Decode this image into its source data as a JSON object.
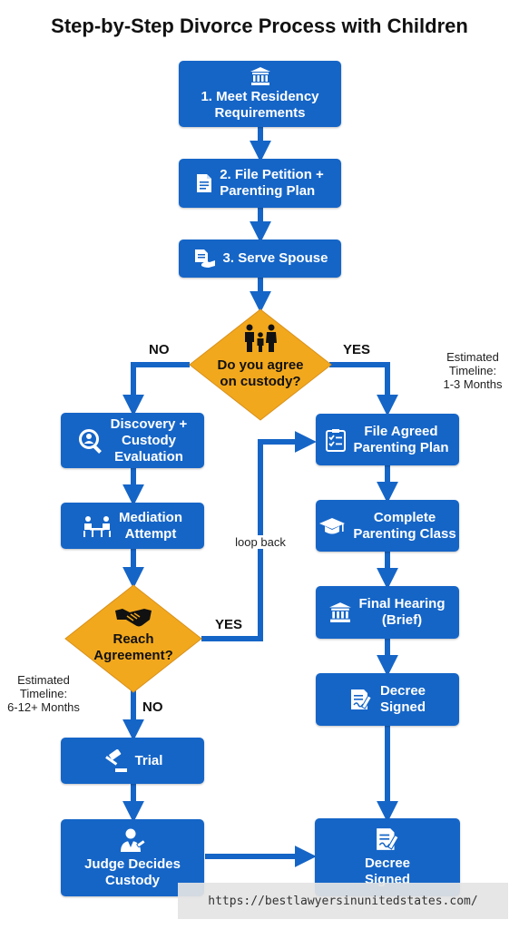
{
  "title": "Step-by-Step Divorce Process with Children",
  "steps": {
    "residency": "1. Meet Residency\nRequirements",
    "petition": "2. File Petition +\nParenting Plan",
    "serve": "3. Serve Spouse",
    "agree_custody": "Do you agree\non custody?",
    "discovery": "Discovery +\nCustody\nEvaluation",
    "mediation": "Mediation\nAttempt",
    "reach_agreement": "Reach\nAgreement?",
    "trial": "Trial",
    "judge": "Judge Decides\nCustody",
    "file_agreed": "File Agreed\nParenting Plan",
    "parenting_class": "Complete\nParenting Class",
    "final_hearing": "Final Hearing\n(Brief)",
    "decree_signed_right": "Decree\nSigned",
    "decree_signed_bottom": "Decree\nSigned"
  },
  "branches": {
    "no_left": "NO",
    "yes_right": "YES",
    "yes_loop": "YES",
    "no_down": "NO",
    "loop_back": "loop back"
  },
  "timelines": {
    "agreed": "Estimated\nTimeline:\n1-3 Months",
    "contested": "Estimated\nTimeline:\n6-12+ Months"
  },
  "footer": {
    "url": "https://bestlawyersinunitedstates.com/"
  },
  "colors": {
    "box": "#1565c7",
    "diamond": "#f2a81d",
    "arrow": "#1565c7"
  }
}
